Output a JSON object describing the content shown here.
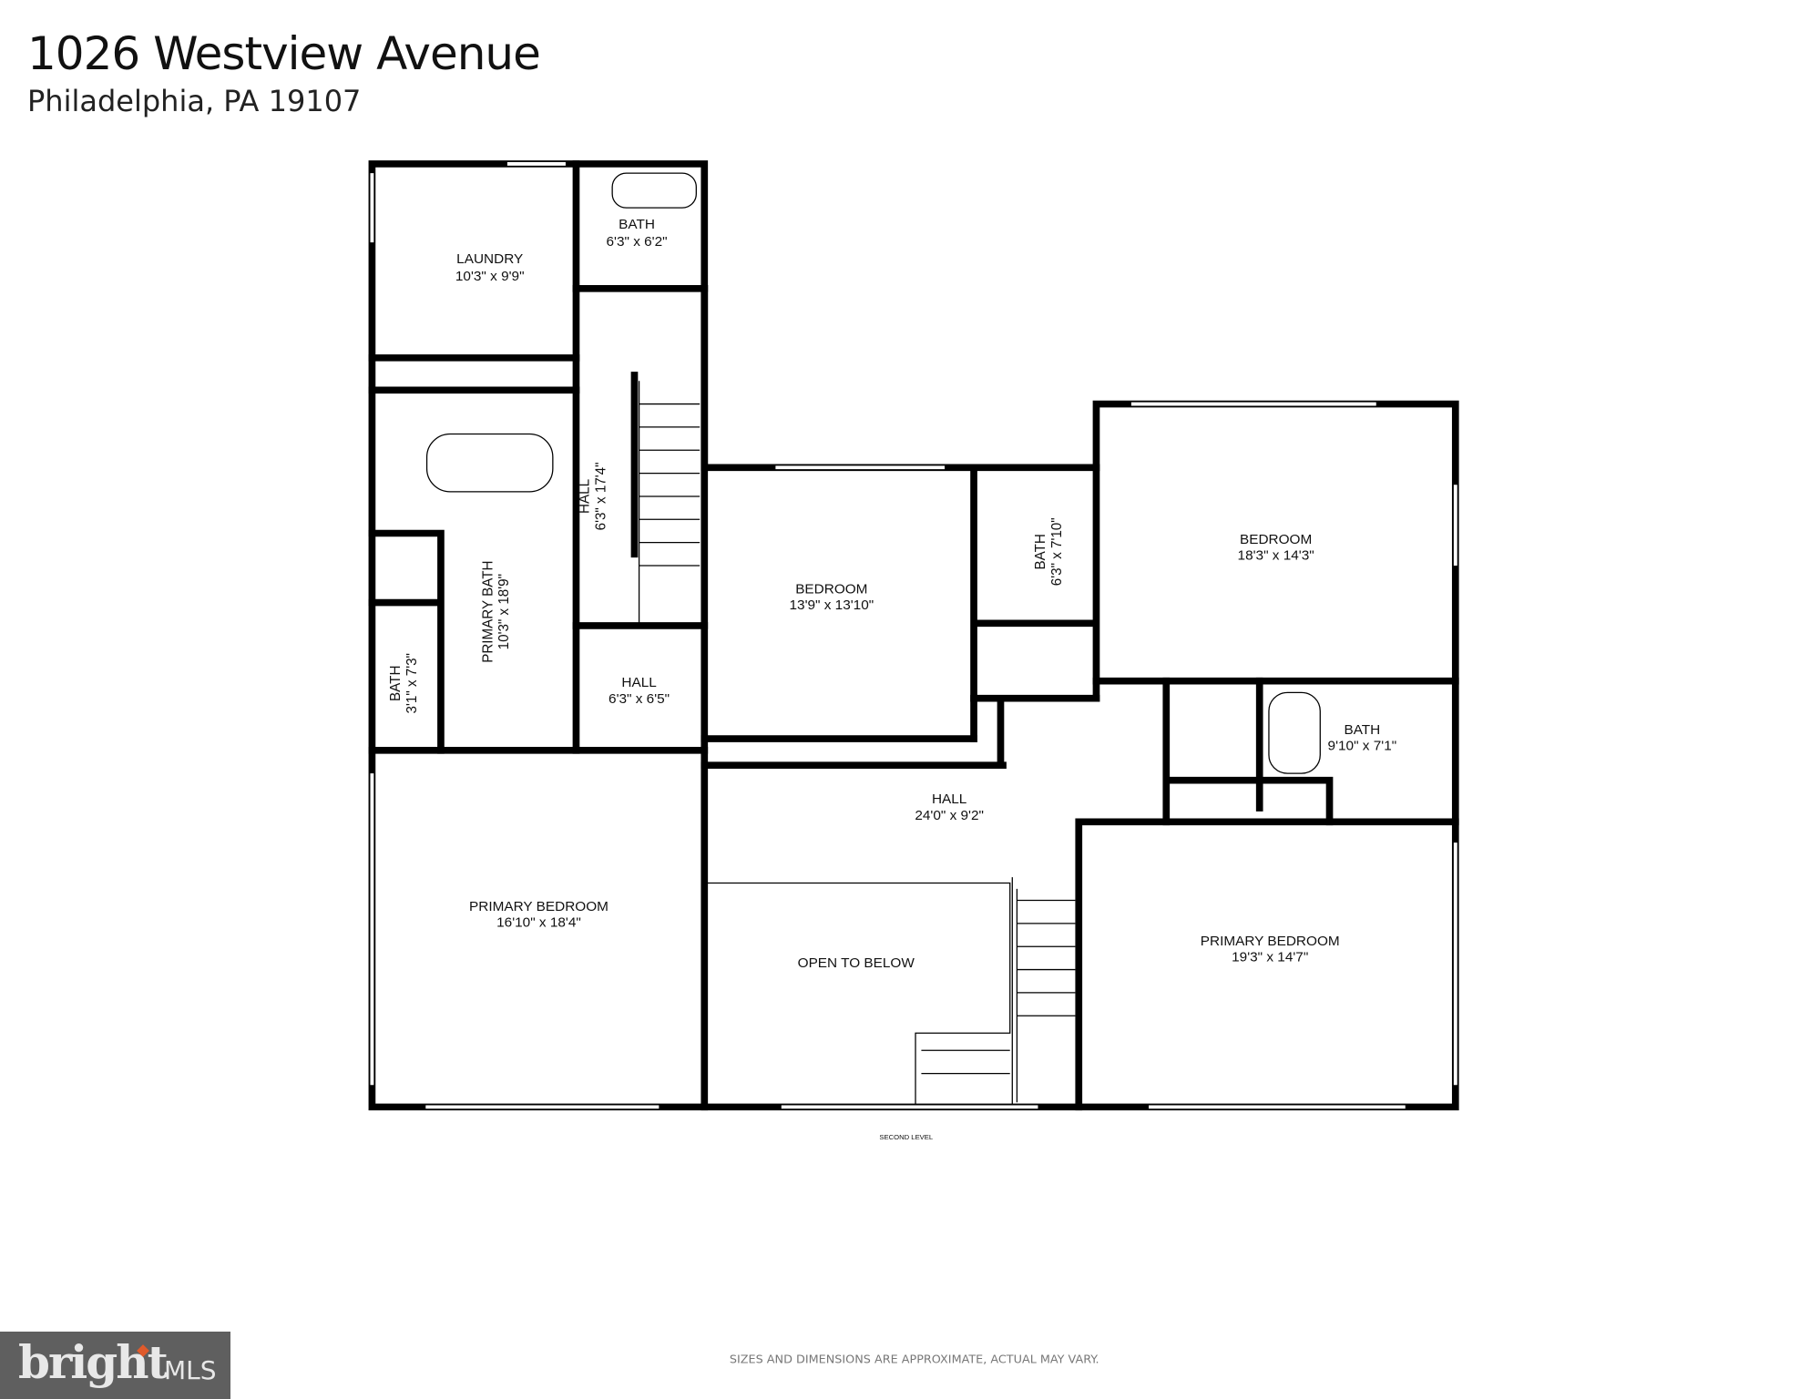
{
  "header": {
    "title": "1026 Westview Avenue",
    "subtitle": "Philadelphia, PA 19107"
  },
  "rooms": {
    "laundry": {
      "name": "LAUNDRY",
      "dims": "10'3\" x 9'9\""
    },
    "bath_top": {
      "name": "BATH",
      "dims": "6'3\" x 6'2\""
    },
    "hall_vertical": {
      "name": "HALL",
      "dims": "6'3\" x 17'4\""
    },
    "primary_bath": {
      "name": "PRIMARY BATH",
      "dims": "10'3\" x 18'9\""
    },
    "bath_small": {
      "name": "BATH",
      "dims": "3'1\" x 7'3\""
    },
    "hall_small": {
      "name": "HALL",
      "dims": "6'3\" x 6'5\""
    },
    "bedroom_center": {
      "name": "BEDROOM",
      "dims": "13'9\" x 13'10\""
    },
    "bath_center": {
      "name": "BATH",
      "dims": "6'3\" x 7'10\""
    },
    "bedroom_right": {
      "name": "BEDROOM",
      "dims": "18'3\" x 14'3\""
    },
    "bath_right": {
      "name": "BATH",
      "dims": "9'10\" x 7'1\""
    },
    "hall_main": {
      "name": "HALL",
      "dims": "24'0\" x 9'2\""
    },
    "primary_bedroom_left": {
      "name": "PRIMARY BEDROOM",
      "dims": "16'10\" x 18'4\""
    },
    "open_to_below": {
      "name": "OPEN TO BELOW"
    },
    "primary_bedroom_right": {
      "name": "PRIMARY BEDROOM",
      "dims": "19'3\" x 14'7\""
    }
  },
  "level_label": "SECOND LEVEL",
  "disclaimer": "SIZES AND DIMENSIONS ARE APPROXIMATE, ACTUAL MAY VARY.",
  "logo": {
    "text": "bright MLS",
    "bg_color": "#5f5f5f",
    "accent_color": "#e05a2b"
  }
}
